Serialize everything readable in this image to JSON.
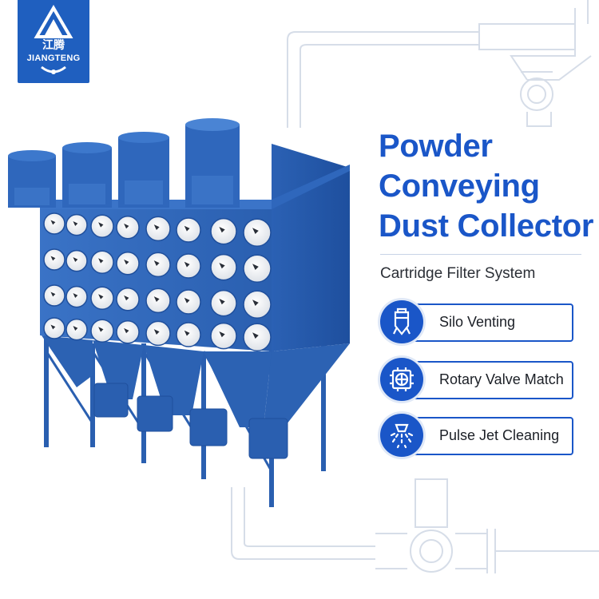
{
  "brand": {
    "name": "JIANGTENG",
    "glyph": "江腾",
    "logo_color": "#1f5fbf"
  },
  "headline": {
    "line1": "Powder",
    "line2": "Conveying",
    "line3": "Dust Collector",
    "color": "#1a56c8"
  },
  "subtitle": "Cartridge Filter System",
  "features": [
    {
      "label": "Silo Venting",
      "icon": "silo-icon"
    },
    {
      "label": "Rotary Valve Match",
      "icon": "rotary-valve-icon"
    },
    {
      "label": "Pulse Jet Cleaning",
      "icon": "pulse-jet-icon"
    }
  ],
  "colors": {
    "machine_blue": "#2a5fb0",
    "accent": "#1a56c8"
  }
}
